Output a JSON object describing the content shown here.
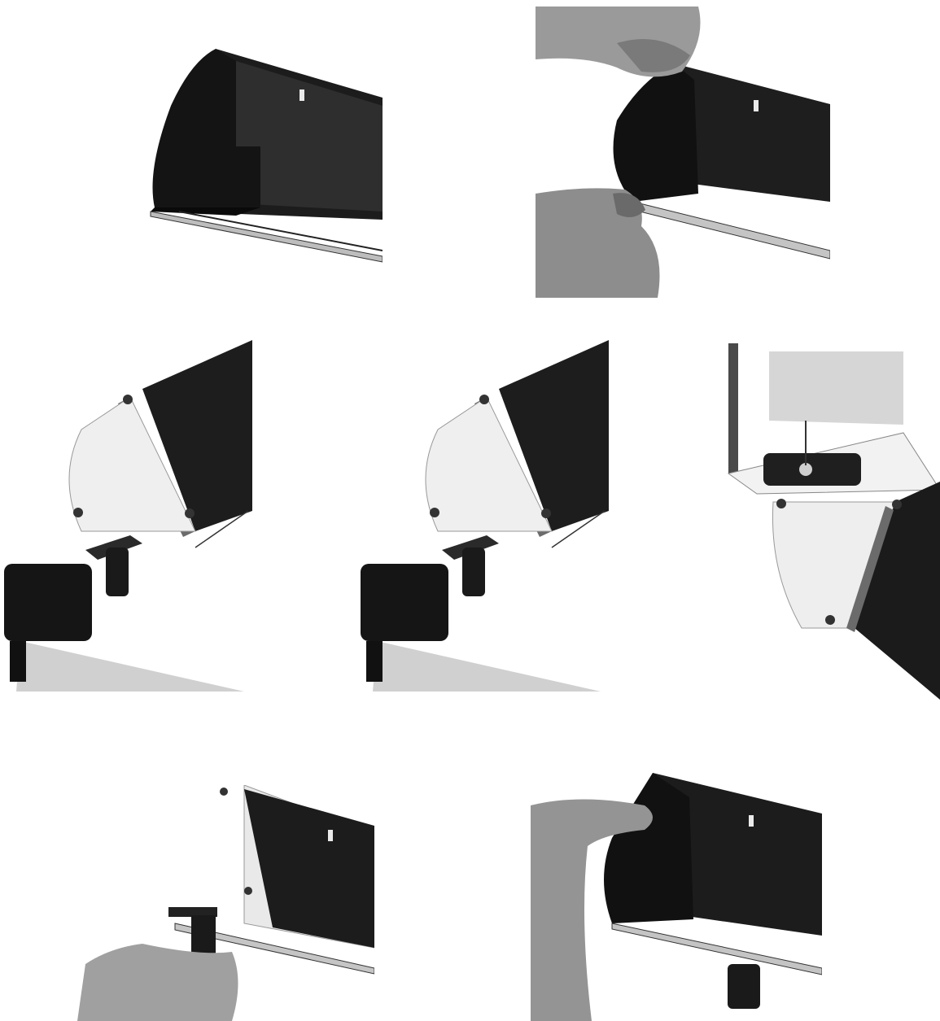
{
  "figure": {
    "panels": [
      {
        "id": "step-1",
        "depicts": "end-cap-attached-to-housing"
      },
      {
        "id": "step-2",
        "depicts": "hands-removing-end-cap"
      },
      {
        "id": "step-3",
        "depicts": "mounting-bracket-and-clip-exploded"
      },
      {
        "id": "step-4",
        "depicts": "mounting-bracket-and-clip-exploded-alt"
      },
      {
        "id": "step-5",
        "depicts": "housing-screwed-to-wall"
      },
      {
        "id": "step-6",
        "depicts": "hand-inserting-clip-into-rail"
      },
      {
        "id": "step-7",
        "depicts": "hand-refitting-end-cap"
      }
    ]
  }
}
